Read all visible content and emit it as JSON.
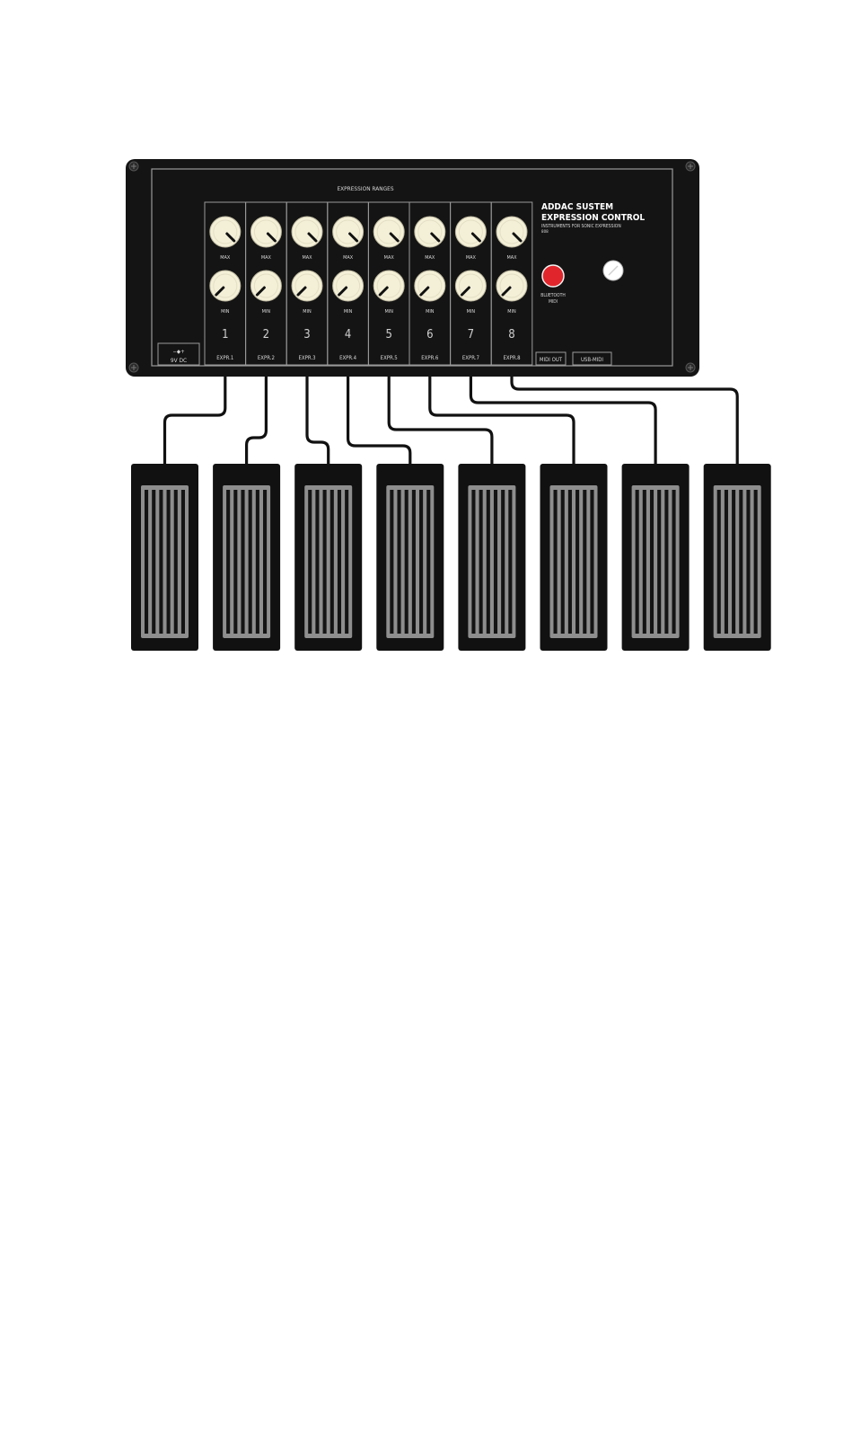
{
  "panel": {
    "section_title": "EXPRESSION RANGES",
    "brand": {
      "line1": "ADDAC SUSTEM",
      "line2": "EXPRESSION CONTROL",
      "tagline": "INSTRUMENTS FOR SONIC EXPRESSION",
      "model": "808"
    },
    "power": {
      "symbol": "−◆+",
      "label": "9V DC"
    },
    "bluetooth": {
      "line1": "BLUETOOTH",
      "line2": "MIDI",
      "color": "#e0262c"
    },
    "midi_out": "MIDI OUT",
    "usb_midi": "USB-MIDI",
    "channels": [
      {
        "number": "1",
        "max_label": "MAX",
        "min_label": "MIN",
        "jack_label": "EXPR.1"
      },
      {
        "number": "2",
        "max_label": "MAX",
        "min_label": "MIN",
        "jack_label": "EXPR.2"
      },
      {
        "number": "3",
        "max_label": "MAX",
        "min_label": "MIN",
        "jack_label": "EXPR.3"
      },
      {
        "number": "4",
        "max_label": "MAX",
        "min_label": "MIN",
        "jack_label": "EXPR.4"
      },
      {
        "number": "5",
        "max_label": "MAX",
        "min_label": "MIN",
        "jack_label": "EXPR.5"
      },
      {
        "number": "6",
        "max_label": "MAX",
        "min_label": "MIN",
        "jack_label": "EXPR.6"
      },
      {
        "number": "7",
        "max_label": "MAX",
        "min_label": "MIN",
        "jack_label": "EXPR.7"
      },
      {
        "number": "8",
        "max_label": "MAX",
        "min_label": "MIN",
        "jack_label": "EXPR.8"
      }
    ]
  },
  "pedal_count": 8,
  "colors": {
    "panel": "#141414",
    "knob": "#f4f0d8",
    "pedal": "#111111",
    "grip": "#8e8e8e"
  }
}
